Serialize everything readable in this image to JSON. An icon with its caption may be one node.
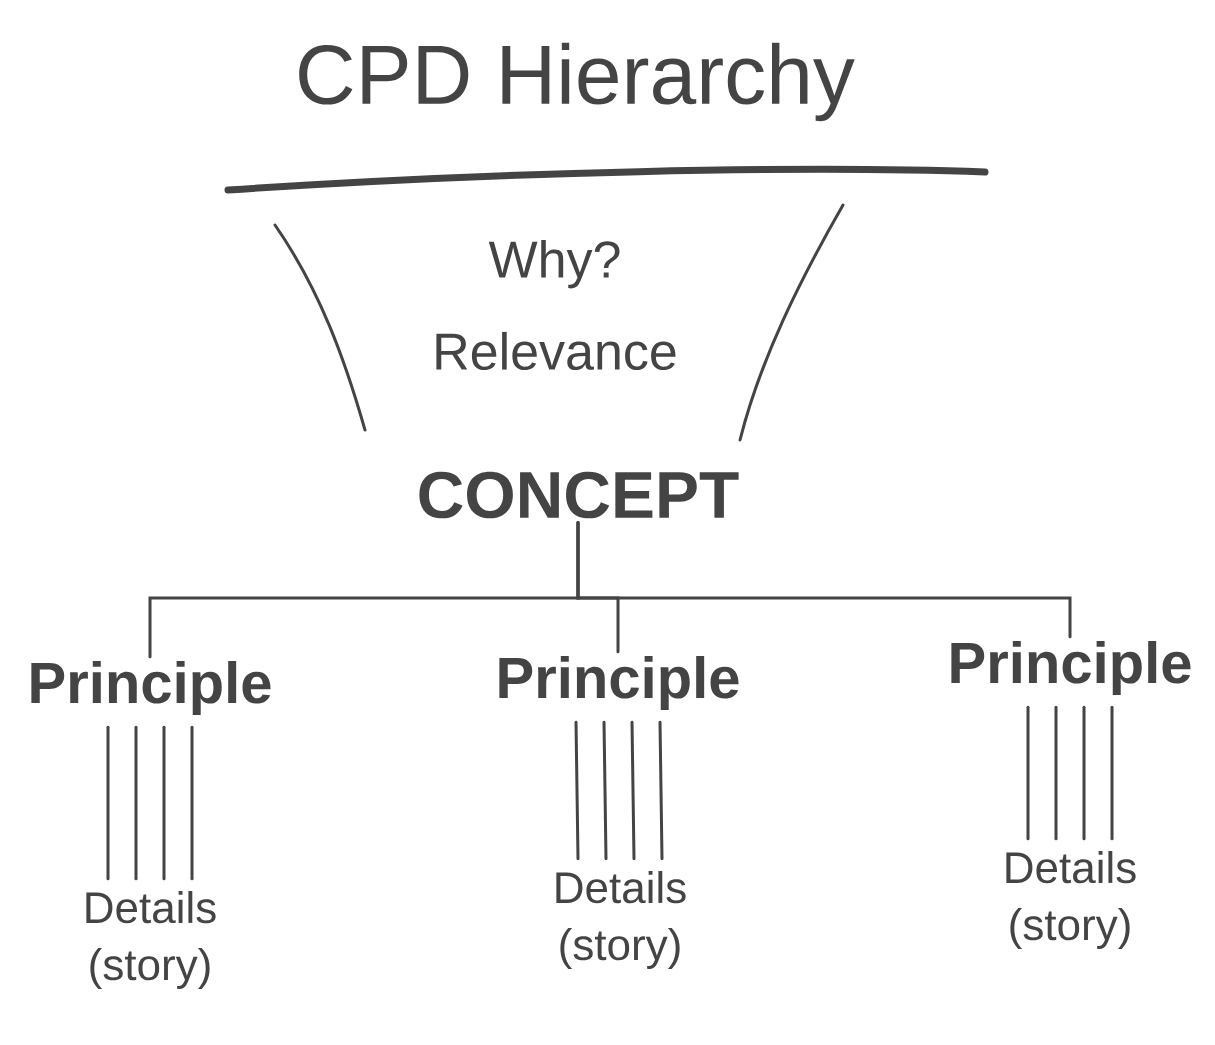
{
  "diagram": {
    "title": "CPD Hierarchy",
    "nodes": [
      {
        "text": [
          "CONCEPT"
        ]
      },
      {
        "text": [
          "Principle"
        ]
      },
      {
        "text": [
          "Principle"
        ]
      },
      {
        "text": [
          "Principle"
        ]
      },
      {
        "text": [
          "Details (story)"
        ]
      },
      {
        "text": [
          "Details (story)"
        ]
      },
      {
        "text": [
          "Details (story)"
        ]
      }
    ],
    "edges": [
      {
        "from": 0,
        "to": 1,
        "arrow": "none"
      },
      {
        "from": 0,
        "to": 2,
        "arrow": "none"
      },
      {
        "from": 0,
        "to": 3,
        "arrow": "none"
      },
      {
        "from": 1,
        "to": 4,
        "arrow": "none"
      },
      {
        "from": 1,
        "to": 4,
        "arrow": "none"
      },
      {
        "from": 1,
        "to": 4,
        "arrow": "none"
      },
      {
        "from": 1,
        "to": 4,
        "arrow": "none"
      },
      {
        "from": 2,
        "to": 5,
        "arrow": "none"
      },
      {
        "from": 2,
        "to": 5,
        "arrow": "none"
      },
      {
        "from": 2,
        "to": 5,
        "arrow": "none"
      },
      {
        "from": 2,
        "to": 5,
        "arrow": "none"
      },
      {
        "from": 3,
        "to": 6,
        "arrow": "none"
      },
      {
        "from": 3,
        "to": 6,
        "arrow": "none"
      },
      {
        "from": 3,
        "to": 6,
        "arrow": "none"
      },
      {
        "from": 3,
        "to": 6,
        "arrow": "none"
      }
    ],
    "labels": [
      "Why? Relevance"
    ]
  }
}
